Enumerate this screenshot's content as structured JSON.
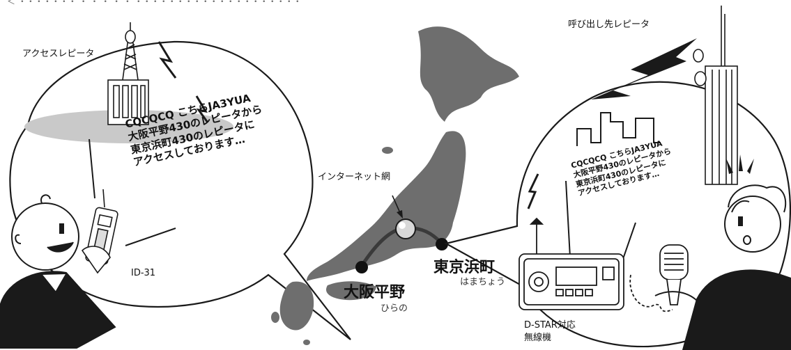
{
  "header": {
    "caption_partial": "＜ ・・・・・・・ ・ ・ ・ ・ ・ ・・・・・・・・・・・・・・・・・・・・"
  },
  "labels": {
    "access_repeater": "アクセスレピータ",
    "destination_repeater": "呼び出し先レピータ",
    "internet": "インターネット網",
    "radio_model": "ID-31",
    "dstar_line1": "D-STAR対応",
    "dstar_line2": "無線機"
  },
  "cities": {
    "osaka": {
      "name": "大阪平野",
      "reading": "ひらの"
    },
    "tokyo": {
      "name": "東京浜町",
      "reading": "はまちょう"
    }
  },
  "messages": {
    "left": [
      "CQCQCQ こちらJA3YUA",
      "大阪平野430のレピータから",
      "東京浜町430のレピータに",
      "アクセスしております…"
    ],
    "right": [
      "CQCQCQ こちらJA3YUA",
      "大阪平野430のレピータから",
      "東京浜町430のレピータに",
      "アクセスしております…"
    ]
  },
  "colors": {
    "map_fill": "#6e6e6e",
    "line_art": "#1a1a1a",
    "route": "#3a3a3a",
    "node": "#111111",
    "bubble_fill": "#ffffff",
    "coverage_shadow": "#c9c9c9",
    "shirt": "#1a1a1a"
  },
  "icons": {
    "lightning": "lightning-bolt-icon",
    "tower": "antenna-tower-icon",
    "handheld": "handheld-radio-icon",
    "mobile_rig": "mobile-transceiver-icon",
    "microphone": "hand-microphone-icon",
    "internet_node": "internet-hub-icon"
  }
}
